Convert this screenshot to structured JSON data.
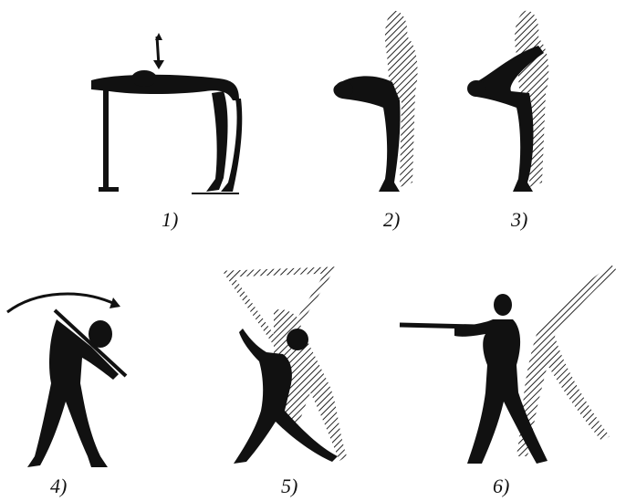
{
  "figures": [
    {
      "label": "1)"
    },
    {
      "label": "2)"
    },
    {
      "label": "3)"
    },
    {
      "label": "4)"
    },
    {
      "label": "5)"
    },
    {
      "label": "6)"
    }
  ],
  "colors": {
    "ink": "#111111",
    "paper": "#ffffff"
  }
}
